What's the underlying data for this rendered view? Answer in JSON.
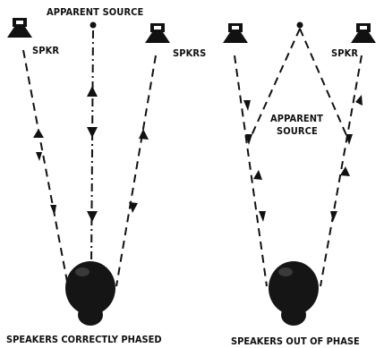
{
  "left_panel": {
    "speaker_left_label": "SPKR",
    "speaker_right_label": "SPKRS",
    "apparent_source_label": "APPARENT SOURCE",
    "caption": "SPEAKERS CORRECTLY PHASED"
  },
  "right_panel": {
    "speaker_left_label": "",
    "speaker_right_label": "SPKR",
    "apparent_source_label_line1": "APPARENT",
    "apparent_source_label_line2": "SOURCE",
    "caption": "SPEAKERS OUT OF PHASE"
  },
  "colors": {
    "ink": "#111111",
    "background": "#ffffff"
  }
}
